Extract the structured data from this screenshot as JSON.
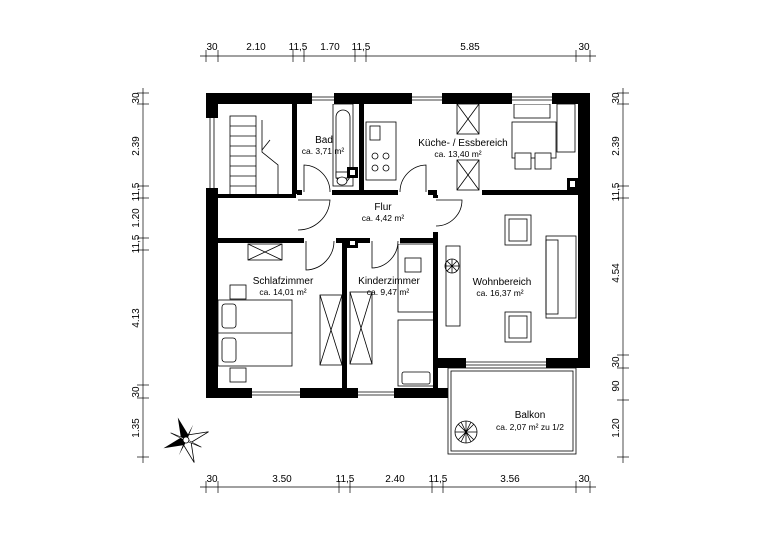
{
  "dimensions": {
    "top": [
      "30",
      "2.10",
      "11,5",
      "1.70",
      "11,5",
      "5.85",
      "30"
    ],
    "bottom": [
      "30",
      "3.50",
      "11,5",
      "2.40",
      "11,5",
      "3.56",
      "30"
    ],
    "left": [
      "30",
      "2.39",
      "11,5",
      "1.20",
      "11,5",
      "4.13",
      "30",
      "1.35"
    ],
    "right": [
      "30",
      "2.39",
      "11,5",
      "4.54",
      "30",
      "90",
      "1.20"
    ]
  },
  "rooms": {
    "bad": {
      "name": "Bad",
      "area": "ca. 3,71 m²"
    },
    "kueche": {
      "name": "Küche- / Essbereich",
      "area": "ca. 13,40 m²"
    },
    "flur": {
      "name": "Flur",
      "area": "ca. 4,42 m²"
    },
    "schlaf": {
      "name": "Schlafzimmer",
      "area": "ca. 14,01 m²"
    },
    "kinder": {
      "name": "Kinderzimmer",
      "area": "ca. 9,47 m²"
    },
    "wohn": {
      "name": "Wohnbereich",
      "area": "ca. 16,37 m²"
    },
    "balkon": {
      "name": "Balkon",
      "area": "ca. 2,07 m² zu 1/2"
    }
  }
}
